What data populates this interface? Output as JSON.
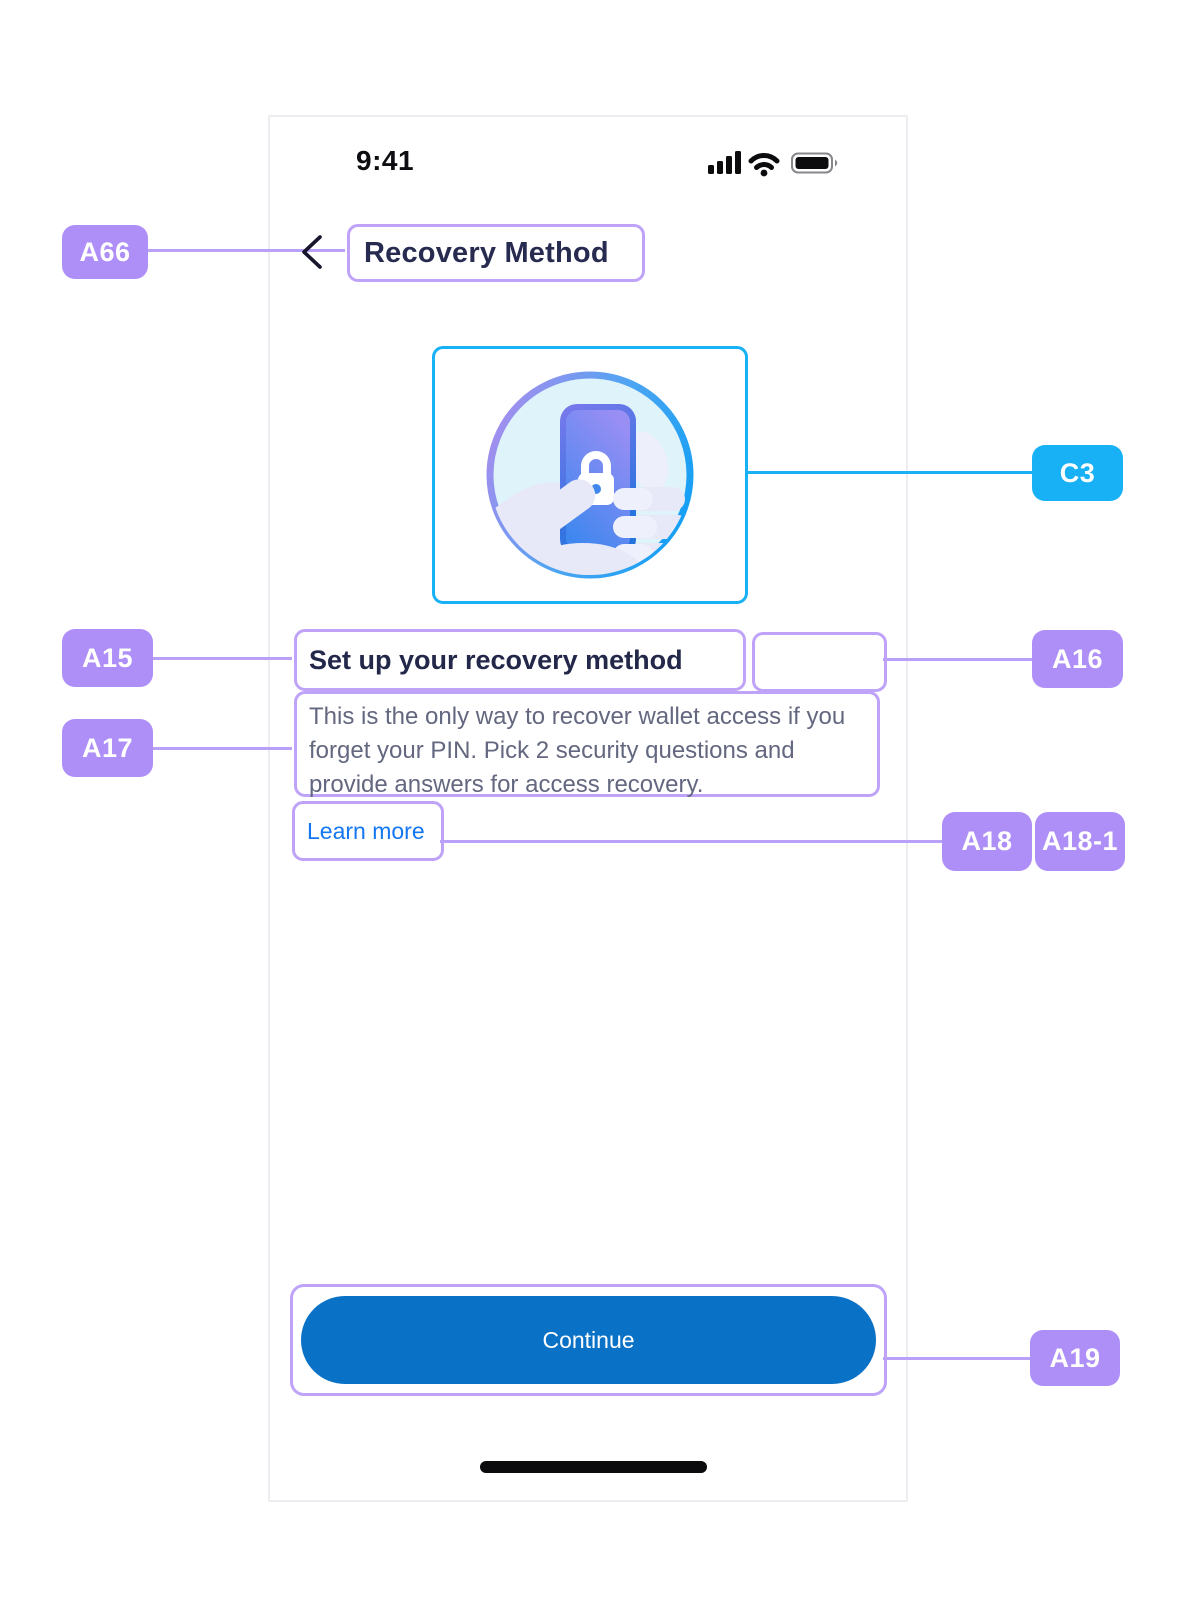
{
  "colors": {
    "annotation_purple": "#ae8ff7",
    "annotation_purple_border": "#bfa3f9",
    "annotation_cyan": "#18b1f6",
    "primary_button_blue": "#0a72c6",
    "link_blue": "#1477f2",
    "title_navy": "#262b4f",
    "body_text_gray": "#63677f"
  },
  "annotations": {
    "a66": {
      "label": "A66"
    },
    "c3": {
      "label": "C3"
    },
    "a15": {
      "label": "A15"
    },
    "a16": {
      "label": "A16"
    },
    "a17": {
      "label": "A17"
    },
    "a18": {
      "label": "A18"
    },
    "a18_1": {
      "label": "A18-1"
    },
    "a19": {
      "label": "A19"
    }
  },
  "phone": {
    "status_bar": {
      "time": "9:41",
      "icons": [
        "cellular-signal-icon",
        "wifi-icon",
        "battery-icon"
      ]
    },
    "header": {
      "back_icon": "chevron-left-icon",
      "title": "Recovery Method"
    },
    "illustration": "hand-holding-phone-with-lock-icon",
    "content": {
      "heading": "Set up your recovery method",
      "body": "This is the only way to recover wallet access if you forget your PIN. Pick 2 security questions and provide answers for access recovery.",
      "learn_more": "Learn more"
    },
    "footer": {
      "continue_label": "Continue"
    }
  }
}
